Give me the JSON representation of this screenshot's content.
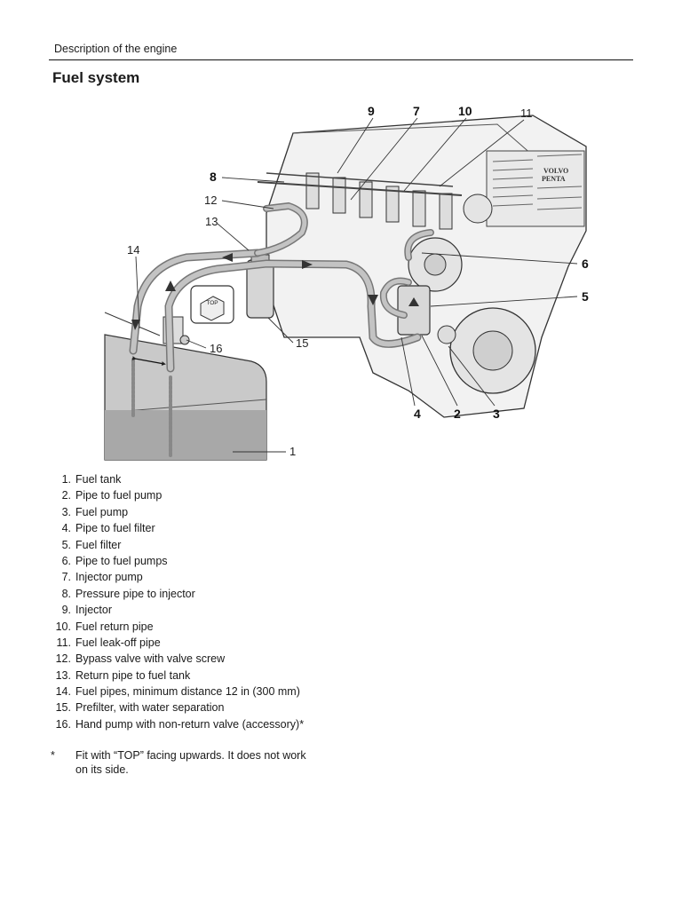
{
  "header": {
    "section": "Description of the engine",
    "title": "Fuel system"
  },
  "diagram": {
    "callouts": [
      {
        "n": "9"
      },
      {
        "n": "7"
      },
      {
        "n": "10"
      },
      {
        "n": "11"
      },
      {
        "n": "8"
      },
      {
        "n": "12"
      },
      {
        "n": "13"
      },
      {
        "n": "14"
      },
      {
        "n": "6"
      },
      {
        "n": "5"
      },
      {
        "n": "16"
      },
      {
        "n": "15"
      },
      {
        "n": "4"
      },
      {
        "n": "2"
      },
      {
        "n": "3"
      },
      {
        "n": "1"
      }
    ],
    "top_label": "TOP",
    "brand_badge": [
      "VOLVO",
      "PENTA"
    ]
  },
  "legend": [
    {
      "num": "1.",
      "text": "Fuel tank"
    },
    {
      "num": "2.",
      "text": "Pipe to fuel pump"
    },
    {
      "num": "3.",
      "text": "Fuel pump"
    },
    {
      "num": "4.",
      "text": "Pipe to fuel filter"
    },
    {
      "num": "5.",
      "text": "Fuel filter"
    },
    {
      "num": "6.",
      "text": "Pipe to fuel pumps"
    },
    {
      "num": "7.",
      "text": "Injector pump"
    },
    {
      "num": "8.",
      "text": "Pressure pipe to injector"
    },
    {
      "num": "9.",
      "text": "Injector"
    },
    {
      "num": "10.",
      "text": "Fuel return pipe"
    },
    {
      "num": "11.",
      "text": "Fuel leak-off pipe"
    },
    {
      "num": "12.",
      "text": "Bypass valve with valve screw"
    },
    {
      "num": "13.",
      "text": "Return pipe to fuel tank"
    },
    {
      "num": "14.",
      "text": "Fuel pipes, minimum distance 12 in (300 mm)"
    },
    {
      "num": "15.",
      "text": "Prefilter, with water separation"
    },
    {
      "num": "16.",
      "text": "Hand pump with non-return valve (accessory)*"
    }
  ],
  "note": {
    "marker": "*",
    "text_line1": "Fit with “TOP” facing upwards. It does not work",
    "text_line2": "on its side."
  }
}
